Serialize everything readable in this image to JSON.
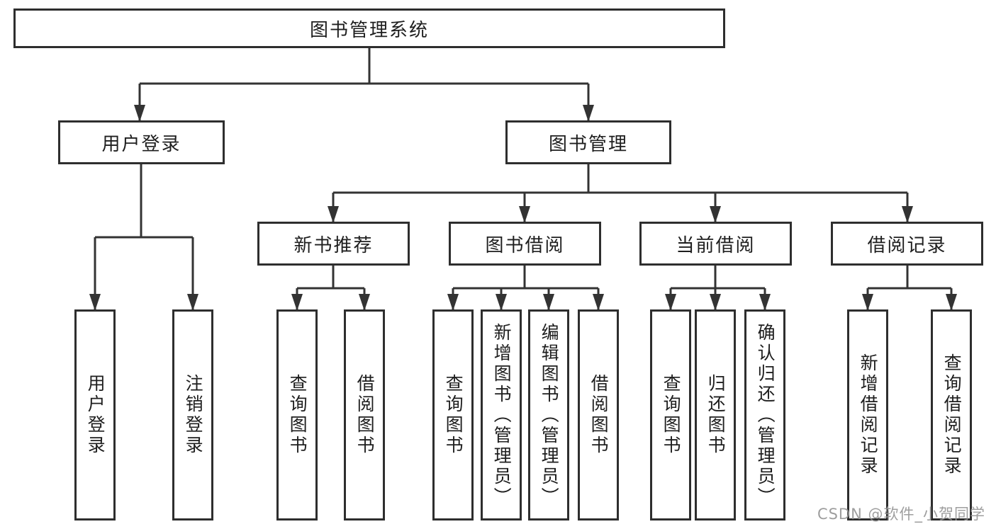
{
  "diagram": {
    "title": "图书管理系统",
    "root": {
      "label": "图书管理系统"
    },
    "branches": [
      {
        "label": "用户登录"
      },
      {
        "label": "图书管理"
      }
    ],
    "modules": [
      {
        "label": "新书推荐"
      },
      {
        "label": "图书借阅"
      },
      {
        "label": "当前借阅"
      },
      {
        "label": "借阅记录"
      }
    ],
    "leaves": [
      {
        "label": "用户登录",
        "parent": "用户登录"
      },
      {
        "label": "注销登录",
        "parent": "用户登录"
      },
      {
        "label": "查询图书",
        "parent": "新书推荐"
      },
      {
        "label": "借阅图书",
        "parent": "新书推荐"
      },
      {
        "label": "查询图书",
        "parent": "图书借阅"
      },
      {
        "label": "新增图书（管理员）",
        "parent": "图书借阅"
      },
      {
        "label": "编辑图书（管理员）",
        "parent": "图书借阅"
      },
      {
        "label": "借阅图书",
        "parent": "图书借阅"
      },
      {
        "label": "查询图书",
        "parent": "当前借阅"
      },
      {
        "label": "归还图书",
        "parent": "当前借阅"
      },
      {
        "label": "确认归还（管理员）",
        "parent": "当前借阅"
      },
      {
        "label": "新增借阅记录",
        "parent": "借阅记录"
      },
      {
        "label": "查询借阅记录",
        "parent": "借阅记录"
      }
    ]
  },
  "watermark": "CSDN @软件_小贺同学",
  "colors": {
    "line": "#333333",
    "box_border": "#2e2e2e",
    "text": "#1e1e1e",
    "watermark": "#969696",
    "background": "#ffffff"
  }
}
